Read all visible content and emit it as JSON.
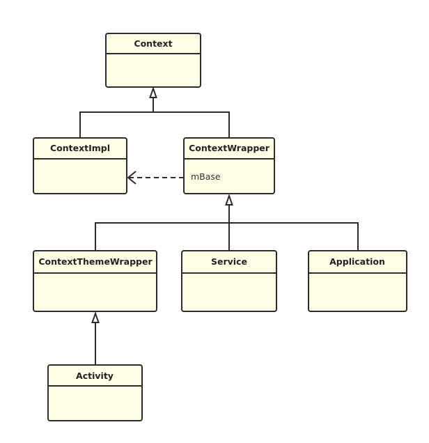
{
  "colors": {
    "box_fill": "#FFFFE6",
    "stroke": "#2B2B2B",
    "page_background": "#FFFFFF"
  },
  "classes": {
    "context": {
      "name": "Context"
    },
    "context_impl": {
      "name": "ContextImpl"
    },
    "context_wrapper": {
      "name": "ContextWrapper",
      "attributes": [
        "mBase"
      ]
    },
    "context_theme_wrapper": {
      "name": "ContextThemeWrapper"
    },
    "service": {
      "name": "Service"
    },
    "application": {
      "name": "Application"
    },
    "activity": {
      "name": "Activity"
    }
  },
  "relationships": [
    {
      "type": "generalization",
      "from": "ContextImpl",
      "to": "Context"
    },
    {
      "type": "generalization",
      "from": "ContextWrapper",
      "to": "Context"
    },
    {
      "type": "dependency",
      "from": "ContextWrapper",
      "to": "ContextImpl",
      "via": "mBase"
    },
    {
      "type": "generalization",
      "from": "ContextThemeWrapper",
      "to": "ContextWrapper"
    },
    {
      "type": "generalization",
      "from": "Service",
      "to": "ContextWrapper"
    },
    {
      "type": "generalization",
      "from": "Application",
      "to": "ContextWrapper"
    },
    {
      "type": "generalization",
      "from": "Activity",
      "to": "ContextThemeWrapper"
    }
  ]
}
